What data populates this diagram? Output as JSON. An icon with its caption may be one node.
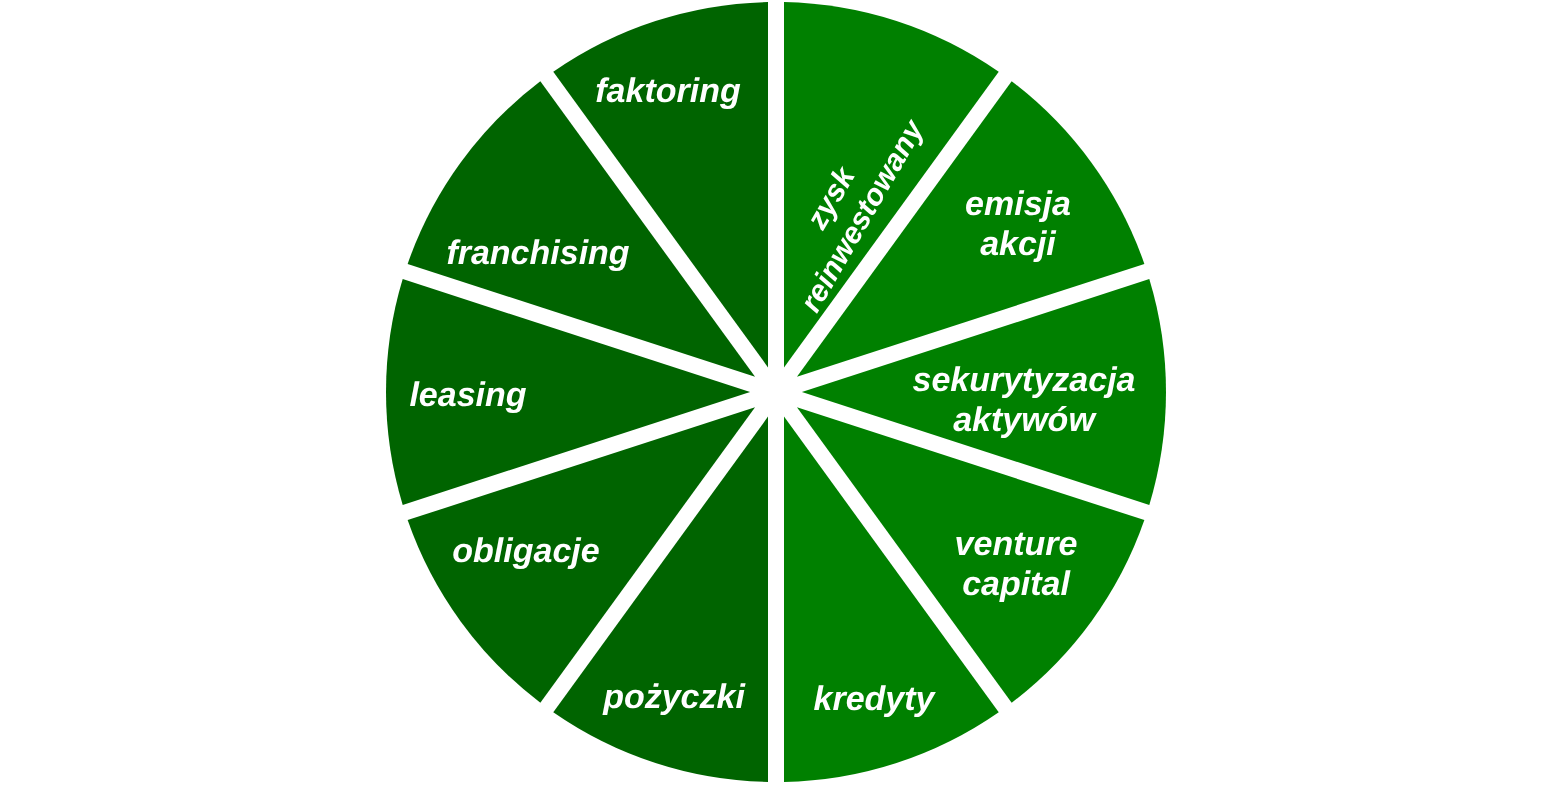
{
  "diagram": {
    "nodes": [
      {
        "text": [
          "zysk reinwestowany"
        ]
      },
      {
        "text": [
          "emisja akcji"
        ]
      },
      {
        "text": [
          "sekurytyzacja aktywów"
        ]
      },
      {
        "text": [
          "venture capital"
        ]
      },
      {
        "text": [
          "kredyty"
        ]
      },
      {
        "text": [
          "pożyczki"
        ]
      },
      {
        "text": [
          "obligacje"
        ]
      },
      {
        "text": [
          "leasing"
        ]
      },
      {
        "text": [
          "franchising"
        ]
      },
      {
        "text": [
          "faktoring"
        ]
      }
    ]
  }
}
